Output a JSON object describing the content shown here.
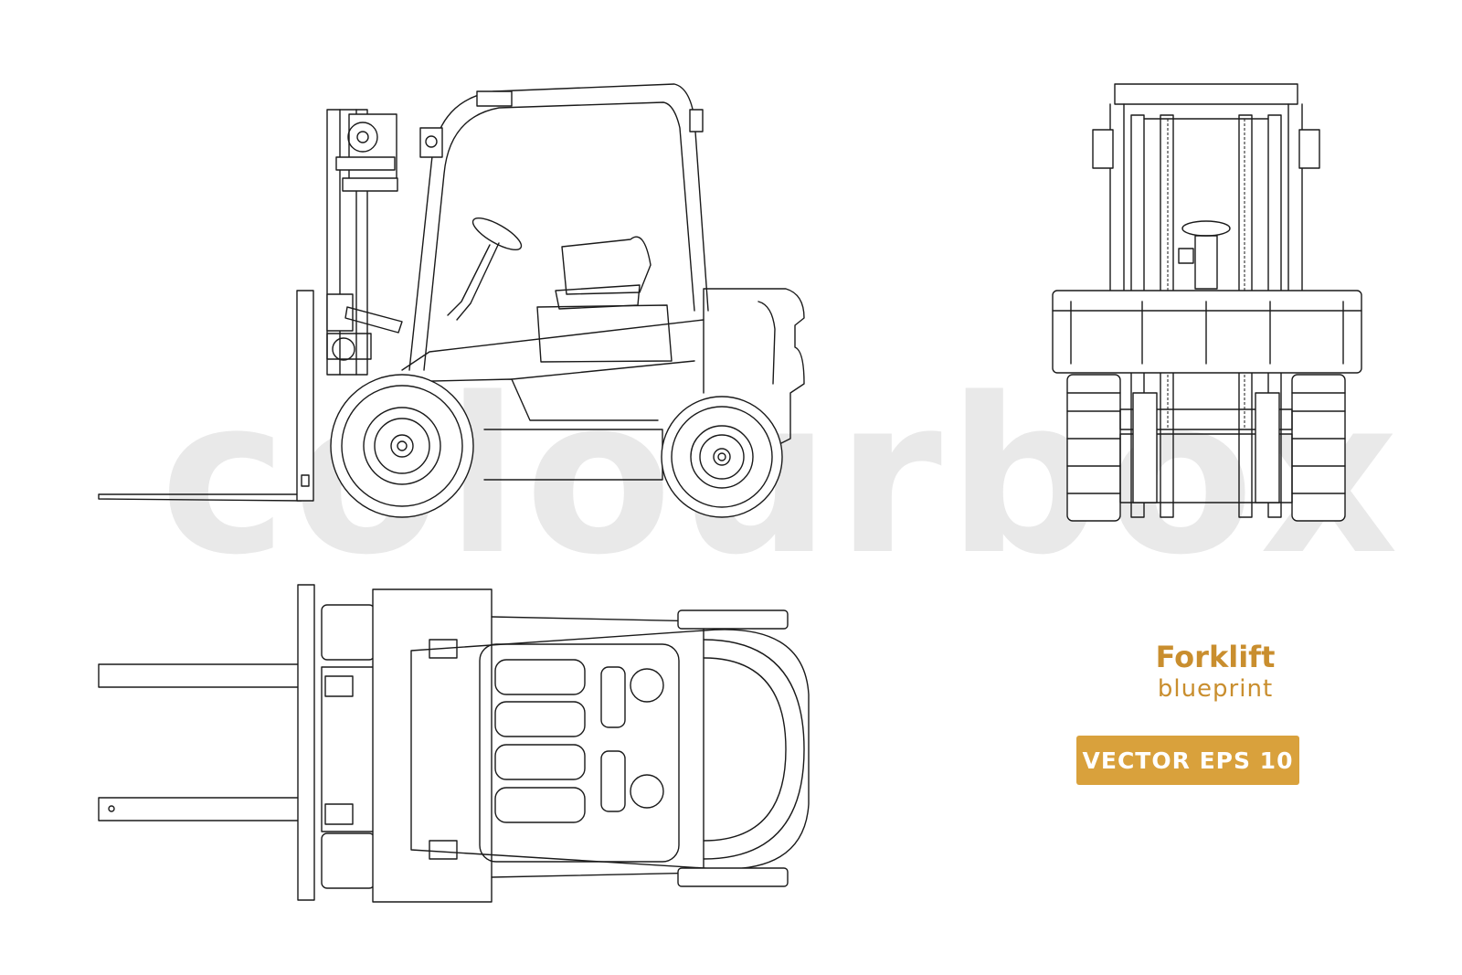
{
  "watermark": {
    "text": "colourbox"
  },
  "title_block": {
    "title": "Forklift",
    "subtitle": "blueprint"
  },
  "badge": {
    "label": "VECTOR EPS 10"
  },
  "colors": {
    "accent": "#c98e2e",
    "badge_bg": "#d9a13c",
    "line": "#1a1a1a",
    "watermark": "#e9e9e9",
    "background": "#ffffff"
  },
  "views": [
    {
      "name": "side-view"
    },
    {
      "name": "front-view"
    },
    {
      "name": "top-view"
    }
  ]
}
